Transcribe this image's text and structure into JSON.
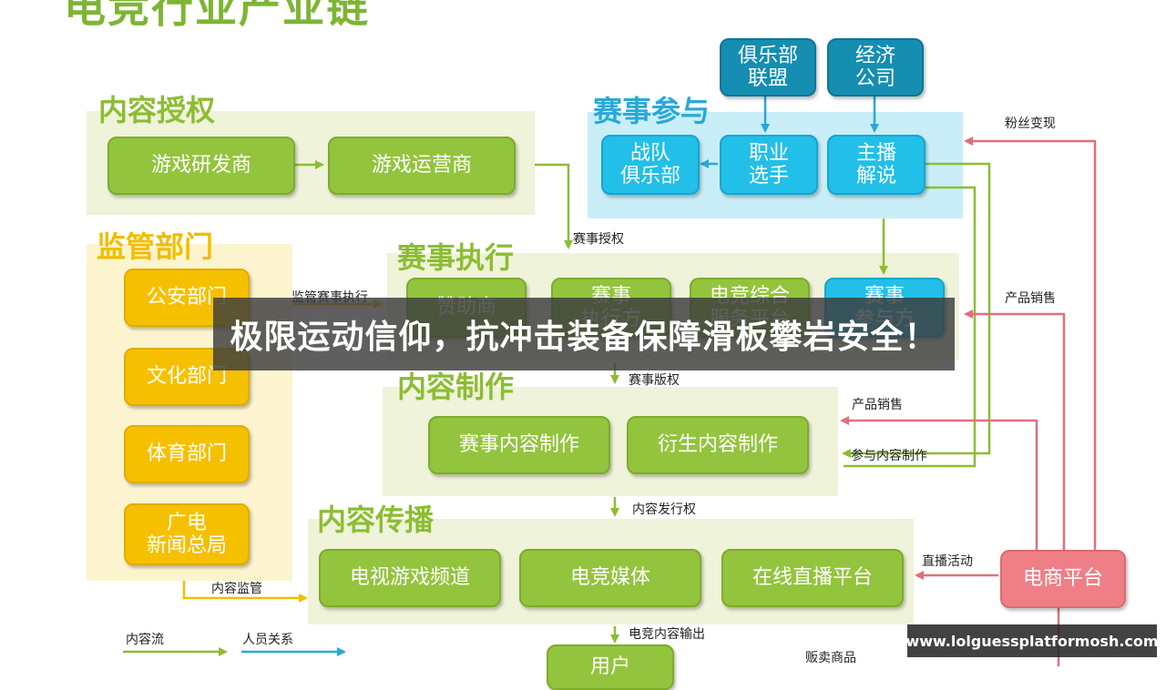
{
  "top_title": "电竞行业产业链",
  "sections": {
    "licensing": "内容授权",
    "regulation": "监管部门",
    "participation": "赛事参与",
    "execution": "赛事执行",
    "production": "内容制作",
    "distribution": "内容传播"
  },
  "boxes": {
    "game_dev": "游戏研发商",
    "game_ops": "游戏运营商",
    "police": "公安部门",
    "culture": "文化部门",
    "sports": "体育部门",
    "radio_tv": "广电\n新闻总局",
    "club_league": "俱乐部\n联盟",
    "agency": "经济\n公司",
    "team": "战队\n俱乐部",
    "pro_player": "职业\n选手",
    "caster": "主播\n解说",
    "sponsor": "赞助商",
    "executor": "赛事\n执行方",
    "esports_platform": "电竞综合\n服务平台",
    "participant": "赛事\n参与方",
    "event_content": "赛事内容制作",
    "derivative": "衍生内容制作",
    "tv_channel": "电视游戏频道",
    "esports_media": "电竞媒体",
    "live_platform": "在线直播平台",
    "ecommerce": "电商平台",
    "user": "用户"
  },
  "labels": {
    "event_license": "赛事授权",
    "reg_exec": "监管赛事执行",
    "event_copyright": "赛事版权",
    "content_release": "内容发行权",
    "content_supervision": "内容监管",
    "esports_output": "电竞内容输出",
    "fan_monetize": "粉丝变现",
    "product_sales_1": "产品销售",
    "product_sales_2": "产品销售",
    "join_production": "参与内容制作",
    "live_event": "直播活动",
    "sell_goods": "贩卖商品",
    "legend_content": "内容流",
    "legend_people": "人员关系"
  },
  "banner": "极限运动信仰，抗冲击装备保障滑板攀岩安全！",
  "watermark": "www.lolguessplatformosh.com",
  "colors": {
    "green": "#93c43e",
    "yellow": "#f5c000",
    "teal": "#158eb1",
    "cyan": "#22bfe8",
    "pink": "#ef7f86",
    "content_flow": "#8cbd32",
    "people_flow": "#2aa9d6",
    "money_flow": "#e0707a"
  },
  "icons": [
    "arrow-right-icon",
    "arrow-down-icon",
    "arrow-left-icon"
  ]
}
